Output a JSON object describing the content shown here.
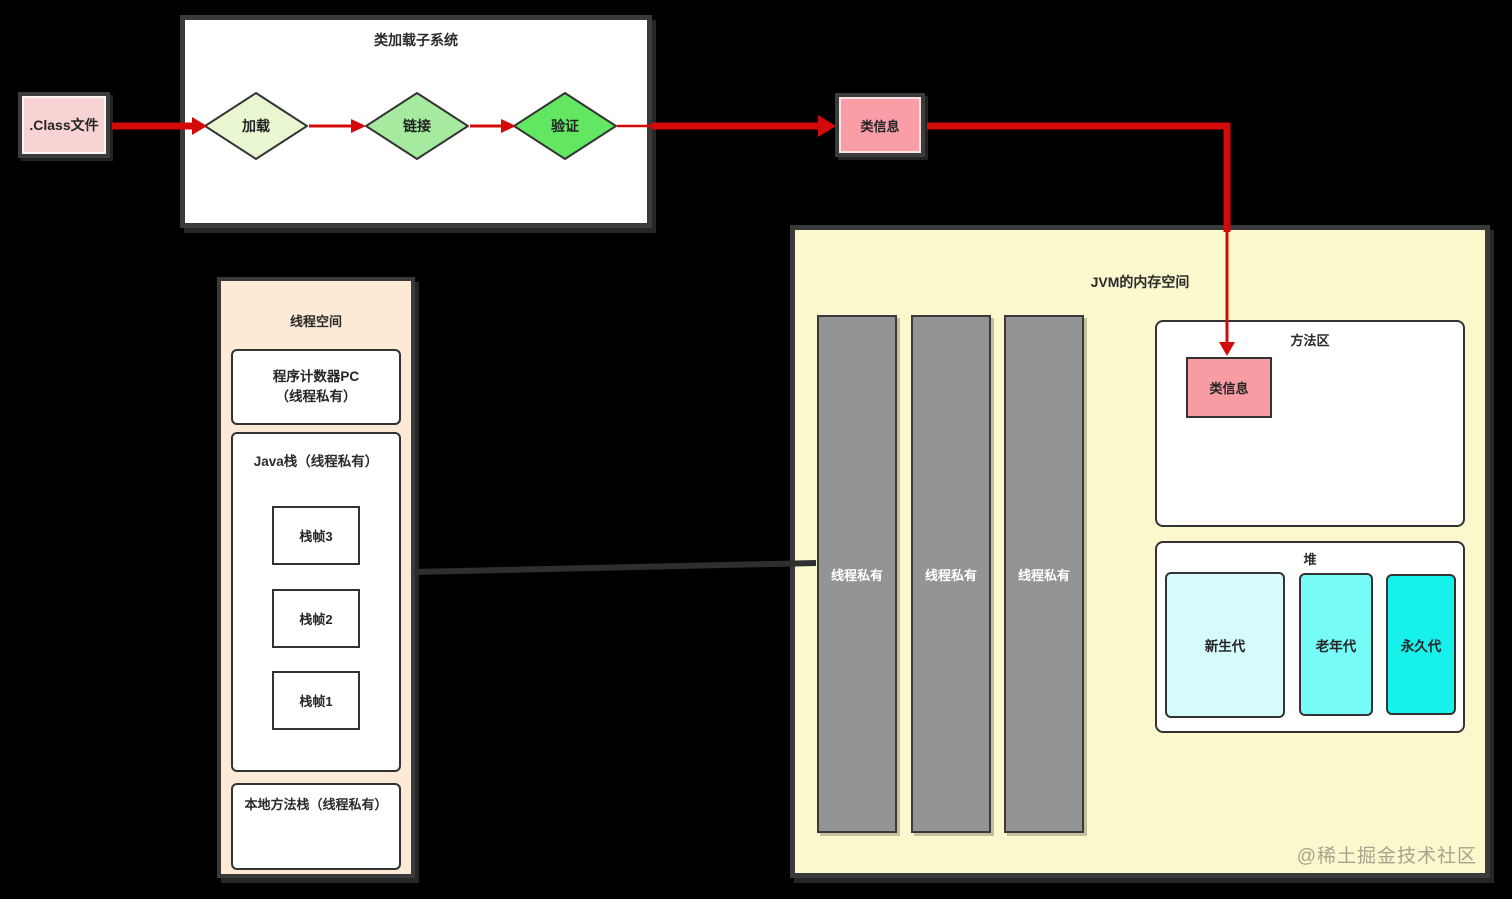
{
  "diagram": {
    "class_file": {
      "label": ".Class文件"
    },
    "class_loader": {
      "title": "类加载子系统",
      "stages": [
        {
          "label": "加载",
          "fill": "#E9F6D2"
        },
        {
          "label": "链接",
          "fill": "#A5EA9E"
        },
        {
          "label": "验证",
          "fill": "#63E763"
        }
      ]
    },
    "class_info": {
      "label": "类信息"
    },
    "thread_space": {
      "title": "线程空间",
      "pc_register": {
        "line1": "程序计数器PC",
        "line2": "（线程私有）"
      },
      "java_stack": {
        "title": "Java栈（线程私有）",
        "frames": [
          {
            "label": "栈帧3"
          },
          {
            "label": "栈帧2"
          },
          {
            "label": "栈帧1"
          }
        ]
      },
      "native_method_stack": {
        "title": "本地方法栈（线程私有）"
      }
    },
    "jvm": {
      "title": "JVM的内存空间",
      "thread_bars": [
        {
          "label": "线程私有"
        },
        {
          "label": "线程私有"
        },
        {
          "label": "线程私有"
        }
      ],
      "method_area": {
        "title": "方法区",
        "class_info": {
          "label": "类信息"
        }
      },
      "heap": {
        "title": "堆",
        "generations": [
          {
            "label": "新生代",
            "fill": "#D6FBFB"
          },
          {
            "label": "老年代",
            "fill": "#76FBF6"
          },
          {
            "label": "永久代",
            "fill": "#16F1EC"
          }
        ]
      }
    },
    "watermark": "@稀土掘金技术社区"
  },
  "colors": {
    "background": "#000000",
    "arrow_red": "#D40909",
    "connector_dark": "#2E2E2E",
    "border_dark": "#3A3A3A",
    "class_file_fill": "#F8D3D3",
    "class_info_fill": "#F99EA6",
    "thread_space_fill": "#FCE9D6",
    "jvm_fill": "#FBF8CD",
    "thread_bar_fill": "#949494"
  }
}
